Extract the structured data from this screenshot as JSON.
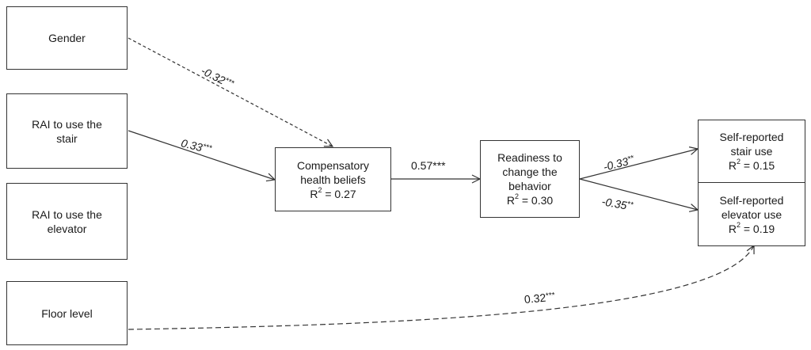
{
  "nodes": {
    "gender": {
      "lines": [
        "Gender"
      ]
    },
    "rai_stair": {
      "lines": [
        "RAI to use the",
        "stair"
      ]
    },
    "rai_elevator": {
      "lines": [
        "RAI to use the",
        "elevator"
      ]
    },
    "floor_level": {
      "lines": [
        "Floor level"
      ]
    },
    "chb": {
      "lines": [
        "Compensatory",
        "health beliefs"
      ],
      "r2_label": "R",
      "r2_value": "= 0.27"
    },
    "readiness": {
      "lines": [
        "Readiness to",
        "change the",
        "behavior"
      ],
      "r2_label": "R",
      "r2_value": "= 0.30"
    },
    "stair_use": {
      "lines": [
        "Self-reported",
        "stair use"
      ],
      "r2_label": "R",
      "r2_value": "= 0.15"
    },
    "elevator_use": {
      "lines": [
        "Self-reported",
        "elevator  use"
      ],
      "r2_label": "R",
      "r2_value": "= 0.19"
    }
  },
  "r2_superscript": "2",
  "edges": {
    "gender_chb": {
      "coef": "-0.32",
      "sig": "***"
    },
    "rai_stair_chb": {
      "coef": "0.33",
      "sig": "***"
    },
    "chb_readiness": {
      "coef": "0.57",
      "sig": "***"
    },
    "readiness_stair": {
      "coef": "-0.33",
      "sig": "**"
    },
    "readiness_elevator": {
      "coef": "-0.35",
      "sig": "**"
    },
    "floor_elevator": {
      "coef": "0.32",
      "sig": "***"
    }
  }
}
